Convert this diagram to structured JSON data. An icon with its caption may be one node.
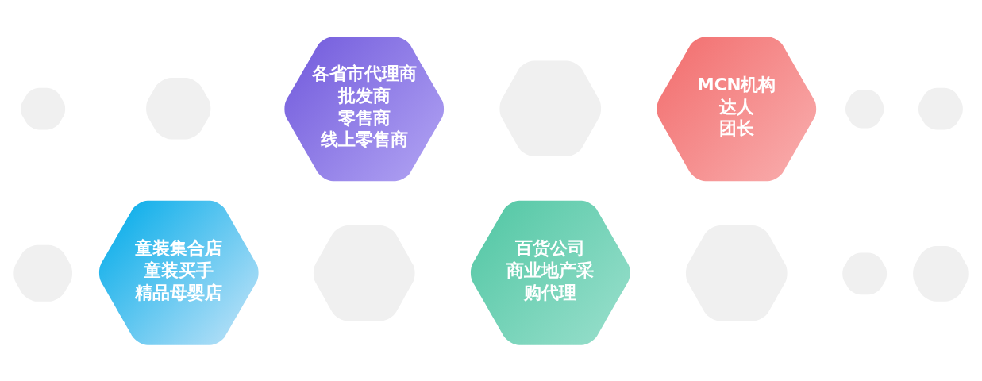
{
  "diagram": {
    "nodes": [
      {
        "text": [
          "童装集合店",
          "童装买手",
          "精品母婴店"
        ]
      },
      {
        "text": [
          "各省市代理商",
          "批发商",
          "零售商",
          "线上零售商"
        ]
      },
      {
        "text": [
          "百货公司",
          "商业地产采购代理"
        ]
      },
      {
        "text": [
          "MCN机构",
          "达人",
          "团长"
        ]
      },
      {
        "text": [],
        "shape": "hexagon"
      },
      {
        "text": [],
        "shape": "hexagon"
      },
      {
        "text": [],
        "shape": "hexagon"
      },
      {
        "text": [],
        "shape": "hexagon"
      },
      {
        "text": [],
        "shape": "hexagon"
      },
      {
        "text": [],
        "shape": "hexagon"
      },
      {
        "text": [],
        "shape": "hexagon"
      },
      {
        "text": [],
        "shape": "hexagon"
      },
      {
        "text": [],
        "shape": "hexagon"
      },
      {
        "text": [],
        "shape": "hexagon"
      }
    ]
  }
}
